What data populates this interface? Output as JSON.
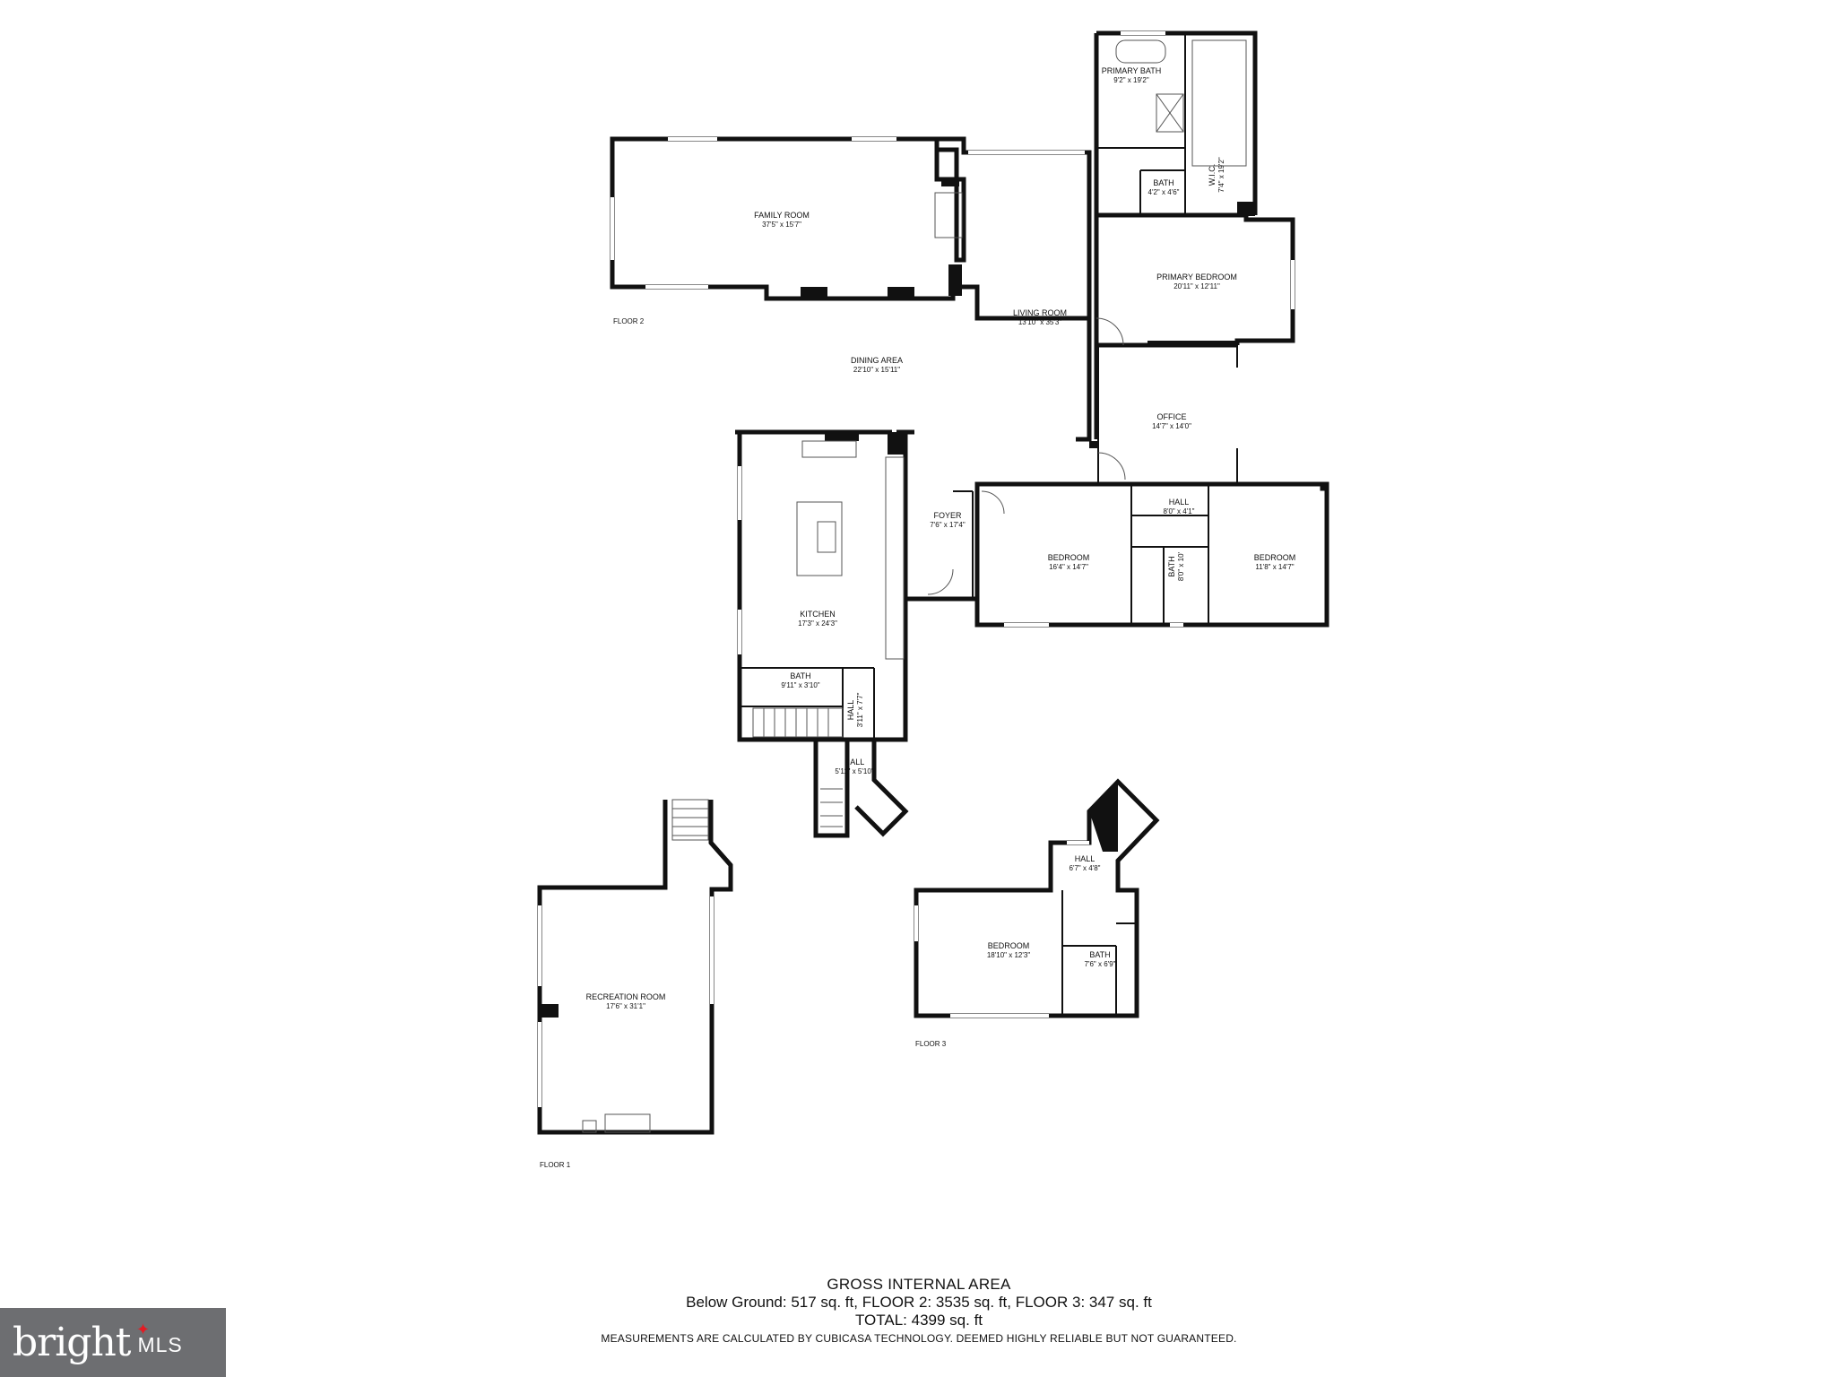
{
  "rooms": {
    "family_room": {
      "name": "FAMILY ROOM",
      "dim": "37'5\" x 15'7\""
    },
    "living_room": {
      "name": "LIVING ROOM",
      "dim": "13'10\" x 35'3\""
    },
    "dining_area": {
      "name": "DINING AREA",
      "dim": "22'10\" x 15'11\""
    },
    "primary_bath": {
      "name": "PRIMARY BATH",
      "dim": "9'2\" x 19'2\""
    },
    "bath_small": {
      "name": "BATH",
      "dim": "4'2\" x 4'6\""
    },
    "wic": {
      "name": "W.I.C.",
      "dim": "7'4\" x 19'2\""
    },
    "primary_bedroom": {
      "name": "PRIMARY BEDROOM",
      "dim": "20'11\" x 12'11\""
    },
    "office": {
      "name": "OFFICE",
      "dim": "14'7\" x 14'0\""
    },
    "foyer": {
      "name": "FOYER",
      "dim": "7'6\" x 17'4\""
    },
    "kitchen": {
      "name": "KITCHEN",
      "dim": "17'3\" x 24'3\""
    },
    "bedroom_a": {
      "name": "BEDROOM",
      "dim": "16'4\" x 14'7\""
    },
    "hall_a": {
      "name": "HALL",
      "dim": "8'0\" x 4'1\""
    },
    "bath_b": {
      "name": "BATH",
      "dim": "8'0\" x 10'"
    },
    "bedroom_b": {
      "name": "BEDROOM",
      "dim": "11'8\" x 14'7\""
    },
    "bath_c": {
      "name": "BATH",
      "dim": "9'11\" x 3'10\""
    },
    "hall_b": {
      "name": "HALL",
      "dim": "3'11\" x 7'7\""
    },
    "hall_c": {
      "name": "HALL",
      "dim": "5'11\" x 5'10\""
    },
    "recreation_room": {
      "name": "RECREATION ROOM",
      "dim": "17'6\" x 31'1\""
    },
    "hall_d": {
      "name": "HALL",
      "dim": "6'7\" x 4'8\""
    },
    "bedroom_c": {
      "name": "BEDROOM",
      "dim": "18'10\" x 12'3\""
    },
    "bath_d": {
      "name": "BATH",
      "dim": "7'6\" x 6'9\""
    }
  },
  "floors": {
    "floor2": "FLOOR 2",
    "floor3": "FLOOR 3",
    "floor1": "FLOOR 1"
  },
  "summary": {
    "title": "GROSS INTERNAL AREA",
    "line1": "Below Ground: 517 sq. ft, FLOOR 2: 3535 sq. ft, FLOOR 3: 347 sq. ft",
    "total": "TOTAL: 4399 sq. ft",
    "disclaimer": "MEASUREMENTS ARE CALCULATED BY CUBICASA TECHNOLOGY. DEEMED HIGHLY RELIABLE BUT NOT GUARANTEED."
  },
  "logo": {
    "word": "bright",
    "suffix": "MLS"
  }
}
